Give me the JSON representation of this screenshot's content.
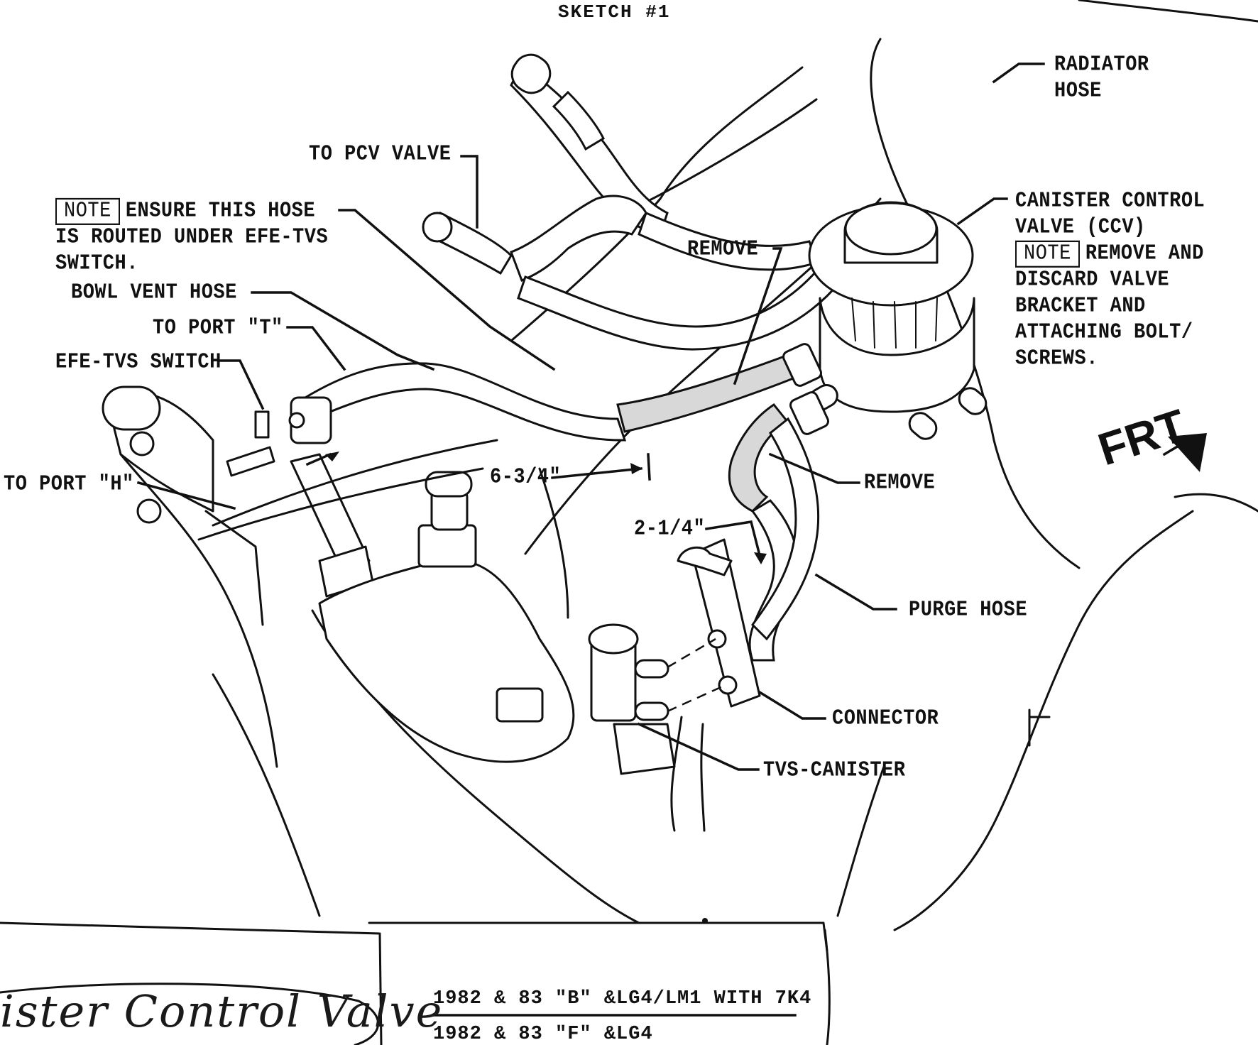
{
  "title": "SKETCH #1",
  "direction_marker": "FRT",
  "labels": {
    "radiator_hose": [
      "RADIATOR",
      "HOSE"
    ],
    "to_pcv_valve": "TO PCV VALVE",
    "note_tag": "NOTE",
    "note_hose": [
      "ENSURE THIS HOSE",
      "IS ROUTED UNDER EFE-TVS",
      "SWITCH."
    ],
    "bowl_vent_hose": "BOWL VENT HOSE",
    "to_port_t": "TO PORT \"T\"",
    "efe_tvs_switch": "EFE-TVS SWITCH",
    "to_port_h": "TO PORT \"H\"",
    "remove_top": "REMOVE",
    "remove_right": "REMOVE",
    "ccv": [
      "CANISTER CONTROL",
      "VALVE (CCV)"
    ],
    "note_ccv": [
      "REMOVE AND",
      "DISCARD VALVE",
      "BRACKET AND",
      "ATTACHING BOLT/",
      "SCREWS."
    ],
    "dim_long": "6-3/4\"",
    "dim_short": "2-1/4\"",
    "purge_hose": "PURGE HOSE",
    "connector": "CONNECTOR",
    "tvs_canister": "TVS-CANISTER"
  },
  "captions": [
    "1982 & 83 \"B\" &LG4/LM1 WITH 7K4",
    "1982 & 83 \"F\" &LG4"
  ],
  "handwriting": "ister Control Valve"
}
